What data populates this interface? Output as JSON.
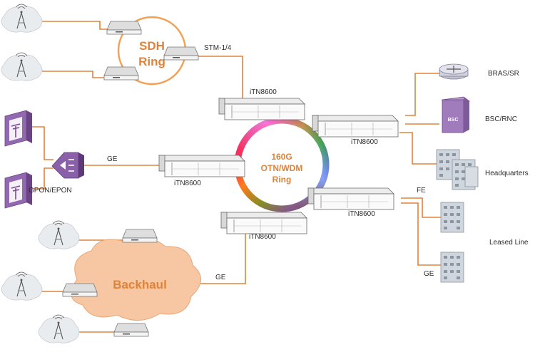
{
  "labels": {
    "sdh_ring_line1": "SDH",
    "sdh_ring_line2": "Ring",
    "stm": "STM-1/4",
    "ring_line1": "160G",
    "ring_line2": "OTN/WDM",
    "ring_line3": "Ring",
    "node_top": "iTN8600",
    "node_right_top": "iTN8600",
    "node_left": "iTN8600",
    "node_right_bottom": "iTN8600",
    "node_bottom": "iTN8600",
    "ge_gpon": "GE",
    "gpon_epon": "GPON/EPON",
    "bras_sr": "BRAS/SR",
    "bsc_rnc": "BSC/RNC",
    "headquarters": "Headquarters",
    "fe": "FE",
    "leased_line": "Leased Line",
    "ge_leased": "GE",
    "backhaul": "Backhaul",
    "ge_backhaul": "GE"
  },
  "icons": {
    "bsc_badge": "BSC"
  },
  "colors": {
    "link": "#e0833a",
    "cloud": "#f7c7a3",
    "accent_text": "#e0833a",
    "sdh_ring": "#f2a054",
    "purple": "#7a4a95"
  }
}
